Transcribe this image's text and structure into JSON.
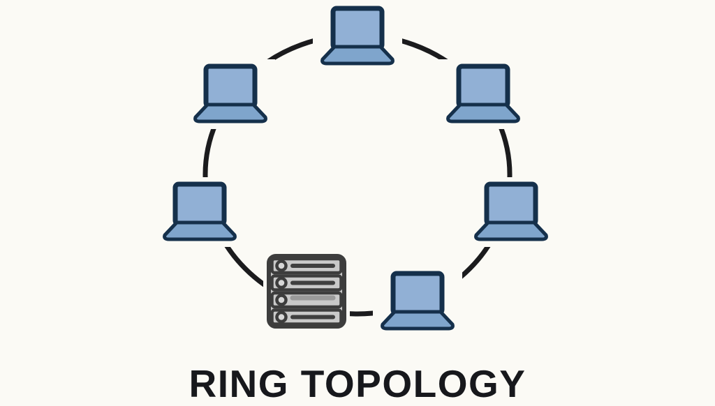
{
  "title": "RING TOPOLOGY",
  "diagram": {
    "type": "network-topology-diagram",
    "topology": "ring",
    "node_count": 7,
    "nodes": [
      {
        "id": "laptop-top",
        "type": "laptop"
      },
      {
        "id": "laptop-top-right",
        "type": "laptop"
      },
      {
        "id": "laptop-right",
        "type": "laptop"
      },
      {
        "id": "laptop-bottom-right",
        "type": "laptop"
      },
      {
        "id": "server-bottom-left",
        "type": "server",
        "rack_units": 4
      },
      {
        "id": "laptop-left",
        "type": "laptop"
      },
      {
        "id": "laptop-top-left",
        "type": "laptop"
      }
    ],
    "connections": "closed ring connecting all seven devices in order"
  },
  "colors": {
    "background": "#fbfaf5",
    "ring_line": "#1b1b1d",
    "laptop_screen": "#91b0d5",
    "laptop_base": "#7fa5cc",
    "laptop_border": "#15304b",
    "server_fill": "#c9c9c9",
    "server_border": "#3d3d3d",
    "server_light": "#d8d8d8",
    "server_bar": "#3f3f3f",
    "server_bar_faded": "#9a9a9a",
    "title_color": "#17181c"
  }
}
